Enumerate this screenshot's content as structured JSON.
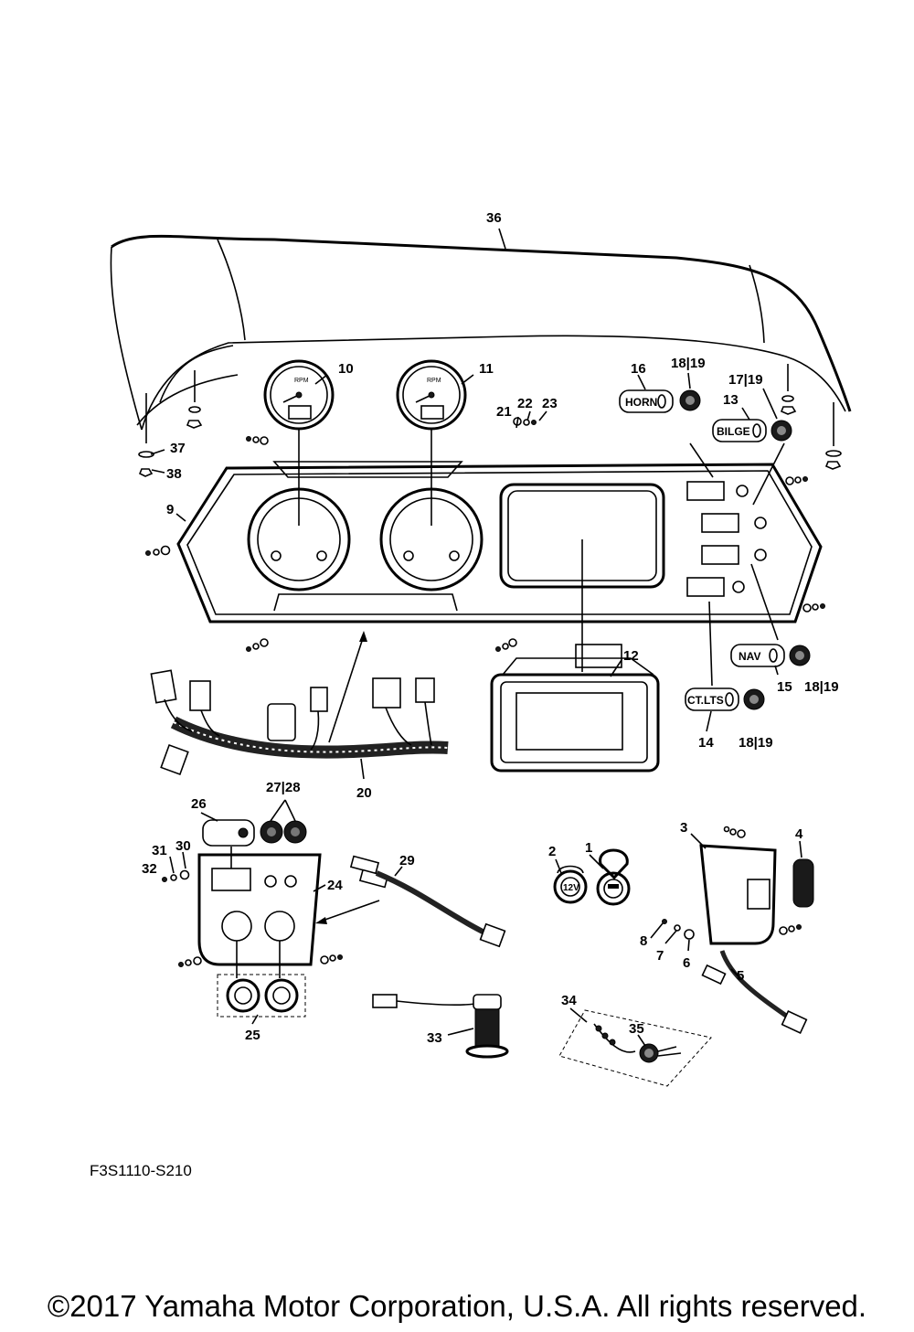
{
  "diagram": {
    "figure_code": "F3S1110-S210",
    "copyright": "©2017 Yamaha Motor Corporation, U.S.A. All rights reserved.",
    "buttons": {
      "horn": "HORN",
      "bilge": "BILGE",
      "nav": "NAV",
      "ctlts": "CT.LTS"
    },
    "callouts": {
      "p1": "1",
      "p2": "2",
      "p3": "3",
      "p4": "4",
      "p5": "5",
      "p6": "6",
      "p7": "7",
      "p8": "8",
      "p9": "9",
      "p10": "10",
      "p11": "11",
      "p12": "12",
      "p13": "13",
      "p14": "14",
      "p15": "15",
      "p16": "16",
      "p17_19": "17|19",
      "p18_19_a": "18|19",
      "p18_19_b": "18|19",
      "p18_19_c": "18|19",
      "p20": "20",
      "p21": "21",
      "p22": "22",
      "p23": "23",
      "p24": "24",
      "p25": "25",
      "p26": "26",
      "p27_28": "27|28",
      "p29": "29",
      "p30": "30",
      "p31": "31",
      "p32": "32",
      "p33": "33",
      "p34": "34",
      "p35": "35",
      "p36": "36",
      "p37": "37",
      "p38": "38"
    },
    "icons": [
      "tachometer-icon",
      "usb-outlet-icon",
      "12v-outlet-icon",
      "wire-harness-icon",
      "speaker-icon",
      "ignition-switch-icon"
    ]
  }
}
